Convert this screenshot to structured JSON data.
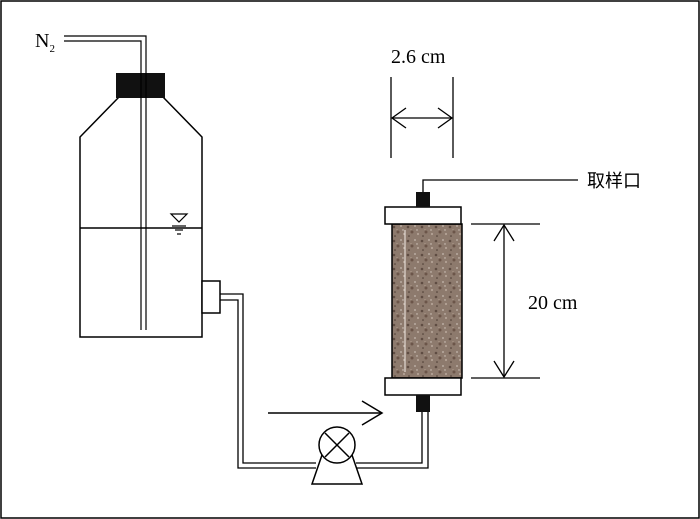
{
  "labels": {
    "gas_main": "N",
    "gas_sub": "2",
    "diameter": "2.6 cm",
    "height": "20 cm",
    "sampling_port": "取样口"
  },
  "colors": {
    "stroke": "#000000",
    "soil_base": "#8d7a6d",
    "cap_fill": "#ffffff",
    "plug_fill": "#111111"
  },
  "icons": {
    "pump": "peristaltic-pump-icon",
    "water_level": "water-level-icon",
    "flow_direction": "flow-arrow-icon"
  }
}
